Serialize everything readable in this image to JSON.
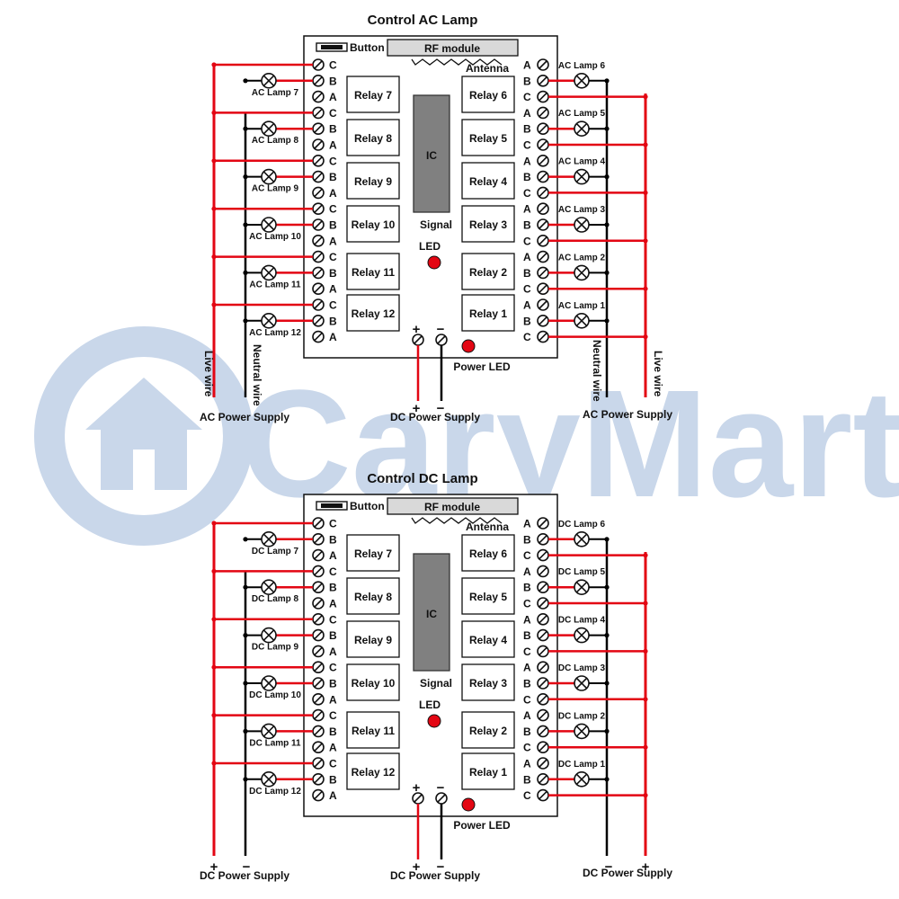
{
  "watermark": {
    "text": "CaryMart",
    "color": "#c9d7ea"
  },
  "colors": {
    "live": "#e30613",
    "neutral": "#000000",
    "board": "#ffffff",
    "ic": "#808080",
    "led": "#e30613"
  },
  "sections": [
    {
      "title": "Control AC Lamp",
      "button_label": "Button",
      "rf_label": "RF module",
      "antenna_label": "Antenna",
      "ic_label": "IC",
      "signal_label": "Signal",
      "led_label": "LED",
      "power_led_label": "Power LED",
      "plus": "+",
      "minus": "−",
      "left_supply": "AC Power Supply",
      "center_supply": "DC Power Supply",
      "right_supply": "AC Power Supply",
      "left_live_label": "Live wire",
      "left_neutral_label": "Neutral wire",
      "right_neutral_label": "Neutral wire",
      "right_live_label": "Live wire",
      "left_plus": "",
      "left_minus": "",
      "right_plus": "",
      "right_minus": "",
      "left_relays": [
        "Relay 7",
        "Relay 8",
        "Relay 9",
        "Relay 10",
        "Relay 11",
        "Relay 12"
      ],
      "right_relays": [
        "Relay 6",
        "Relay 5",
        "Relay 4",
        "Relay 3",
        "Relay 2",
        "Relay 1"
      ],
      "left_lamps": [
        "AC Lamp 7",
        "AC Lamp 8",
        "AC Lamp 9",
        "AC Lamp 10",
        "AC Lamp 11",
        "AC Lamp 12"
      ],
      "right_lamps": [
        "AC Lamp 6",
        "AC Lamp 5",
        "AC Lamp 4",
        "AC Lamp 3",
        "AC Lamp 2",
        "AC Lamp 1"
      ],
      "left_terms": [
        "C",
        "B",
        "A"
      ],
      "right_terms": [
        "A",
        "B",
        "C"
      ]
    },
    {
      "title": "Control DC Lamp",
      "button_label": "Button",
      "rf_label": "RF module",
      "antenna_label": "Antenna",
      "ic_label": "IC",
      "signal_label": "Signal",
      "led_label": "LED",
      "power_led_label": "Power LED",
      "plus": "+",
      "minus": "−",
      "left_supply": "DC Power Supply",
      "center_supply": "DC Power Supply",
      "right_supply": "DC Power Supply",
      "left_live_label": "",
      "left_neutral_label": "",
      "right_neutral_label": "",
      "right_live_label": "",
      "left_plus": "+",
      "left_minus": "−",
      "right_plus": "+",
      "right_minus": "−",
      "left_relays": [
        "Relay 7",
        "Relay 8",
        "Relay 9",
        "Relay 10",
        "Relay 11",
        "Relay 12"
      ],
      "right_relays": [
        "Relay 6",
        "Relay 5",
        "Relay 4",
        "Relay 3",
        "Relay 2",
        "Relay 1"
      ],
      "left_lamps": [
        "DC Lamp 7",
        "DC Lamp 8",
        "DC Lamp 9",
        "DC Lamp 10",
        "DC Lamp 11",
        "DC Lamp 12"
      ],
      "right_lamps": [
        "DC Lamp 6",
        "DC Lamp 5",
        "DC Lamp 4",
        "DC Lamp 3",
        "DC Lamp 2",
        "DC Lamp 1"
      ],
      "left_terms": [
        "C",
        "B",
        "A"
      ],
      "right_terms": [
        "A",
        "B",
        "C"
      ]
    }
  ]
}
